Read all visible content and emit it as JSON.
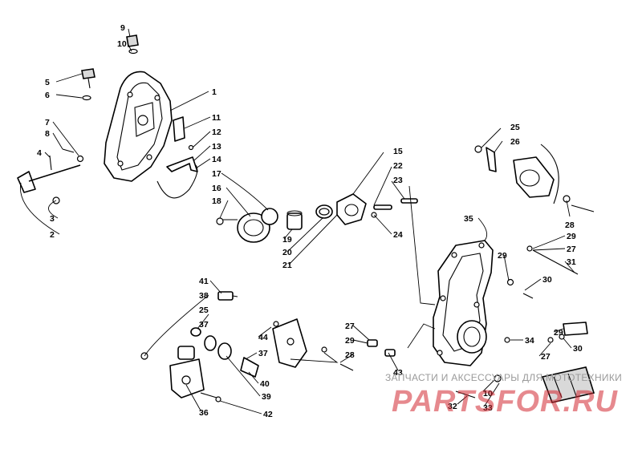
{
  "diagram": {
    "callouts": [
      {
        "id": "c9",
        "text": "9"
      },
      {
        "id": "c10a",
        "text": "10"
      },
      {
        "id": "c5",
        "text": "5"
      },
      {
        "id": "c6",
        "text": "6"
      },
      {
        "id": "c1",
        "text": "1"
      },
      {
        "id": "c11",
        "text": "11"
      },
      {
        "id": "c12",
        "text": "12"
      },
      {
        "id": "c13",
        "text": "13"
      },
      {
        "id": "c14",
        "text": "14"
      },
      {
        "id": "c7",
        "text": "7"
      },
      {
        "id": "c8",
        "text": "8"
      },
      {
        "id": "c4",
        "text": "4"
      },
      {
        "id": "c3",
        "text": "3"
      },
      {
        "id": "c2",
        "text": "2"
      },
      {
        "id": "c15",
        "text": "15"
      },
      {
        "id": "c22",
        "text": "22"
      },
      {
        "id": "c23",
        "text": "23"
      },
      {
        "id": "c24",
        "text": "24"
      },
      {
        "id": "c17",
        "text": "17"
      },
      {
        "id": "c16",
        "text": "16"
      },
      {
        "id": "c18",
        "text": "18"
      },
      {
        "id": "c19",
        "text": "19"
      },
      {
        "id": "c20",
        "text": "20"
      },
      {
        "id": "c21",
        "text": "21"
      },
      {
        "id": "c25a",
        "text": "25"
      },
      {
        "id": "c26",
        "text": "26"
      },
      {
        "id": "c28a",
        "text": "28"
      },
      {
        "id": "c29a",
        "text": "29"
      },
      {
        "id": "c27a",
        "text": "27"
      },
      {
        "id": "c31",
        "text": "31"
      },
      {
        "id": "c35",
        "text": "35"
      },
      {
        "id": "c29b",
        "text": "29"
      },
      {
        "id": "c30a",
        "text": "30"
      },
      {
        "id": "c34",
        "text": "34"
      },
      {
        "id": "c29c",
        "text": "29"
      },
      {
        "id": "c27b",
        "text": "27"
      },
      {
        "id": "c30b",
        "text": "30"
      },
      {
        "id": "c41",
        "text": "41"
      },
      {
        "id": "c38",
        "text": "38"
      },
      {
        "id": "c25b",
        "text": "25"
      },
      {
        "id": "c37a",
        "text": "37"
      },
      {
        "id": "c44",
        "text": "44"
      },
      {
        "id": "c37b",
        "text": "37"
      },
      {
        "id": "c40",
        "text": "40"
      },
      {
        "id": "c39",
        "text": "39"
      },
      {
        "id": "c36",
        "text": "36"
      },
      {
        "id": "c42",
        "text": "42"
      },
      {
        "id": "c27c",
        "text": "27"
      },
      {
        "id": "c29d",
        "text": "29"
      },
      {
        "id": "c28b",
        "text": "28"
      },
      {
        "id": "c43",
        "text": "43"
      },
      {
        "id": "c32",
        "text": "32"
      },
      {
        "id": "c10b",
        "text": "10"
      },
      {
        "id": "c33",
        "text": "33"
      }
    ]
  },
  "watermark": {
    "caption": "ЗАПЧАСТИ И АКСЕССУАРЫ ДЛЯ МОТОТЕХНИКИ",
    "logo": "PARTSFOR.RU",
    "color": "#d22832"
  }
}
